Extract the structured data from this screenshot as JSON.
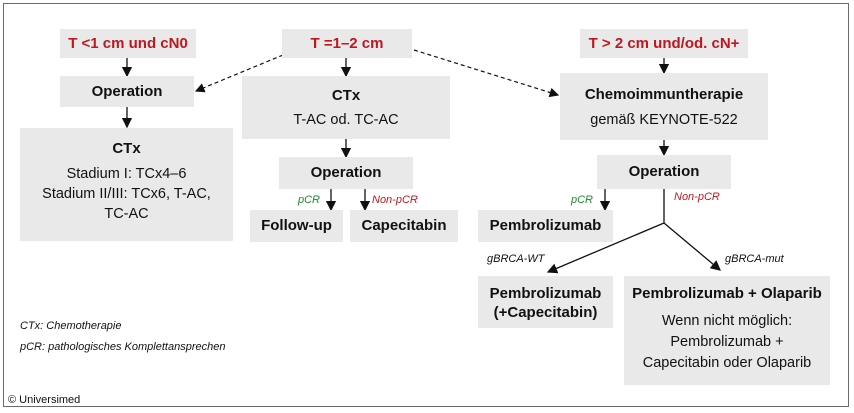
{
  "criteria": {
    "small": "T <1 cm und cN0",
    "mid": "T =1–2 cm",
    "large": "T > 2 cm und/od. cN+"
  },
  "left": {
    "operation": "Operation",
    "ctx_title": "CTx",
    "ctx_line1": "Stadium I: TCx4–6",
    "ctx_line2": "Stadium II/III: TCx6, T-AC,",
    "ctx_line3": "TC-AC"
  },
  "middle": {
    "ctx_title": "CTx",
    "ctx_sub": "T-AC od. TC-AC",
    "operation": "Operation",
    "pcr": "pCR",
    "non_pcr": "Non-pCR",
    "followup": "Follow-up",
    "capecitabin": "Capecitabin"
  },
  "right": {
    "chemo_title": "Chemoimmuntherapie",
    "chemo_sub": "gemäß KEYNOTE-522",
    "operation": "Operation",
    "pcr": "pCR",
    "non_pcr": "Non-pCR",
    "pembro": "Pembrolizumab",
    "gbrca_wt": "gBRCA-WT",
    "gbrca_mut": "gBRCA-mut",
    "pembro_cape_1": "Pembrolizumab",
    "pembro_cape_2": "(+Capecitabin)",
    "pembro_ola": "Pembrolizumab + Olaparib",
    "alt_1": "Wenn nicht möglich:",
    "alt_2": "Pembrolizumab +",
    "alt_3": "Capecitabin oder Olaparib"
  },
  "footnotes": {
    "ctx": "CTx: Chemotherapie",
    "pcr": "pCR: pathologisches Komplettansprechen",
    "copyright": "© Universimed"
  },
  "colors": {
    "accent_red": "#c0161f",
    "pcr_green": "#1f8a2c",
    "box_gray": "#e9e9e9"
  }
}
